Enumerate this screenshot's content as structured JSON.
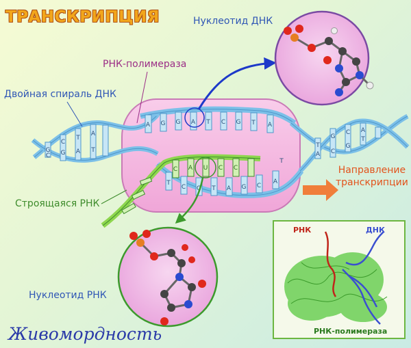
{
  "title": "ТРАНСКРИПЦИЯ",
  "labels": {
    "dna_nucleotide": "Нуклеотид ДНК",
    "rna_polymerase": "РНК-полимераза",
    "double_helix": "Двойная спираль ДНК",
    "growing_rna": "Строящаяся РНК",
    "rna_nucleotide": "Нуклеотид РНК",
    "direction_line1": "Направление",
    "direction_line2": "транскрипции"
  },
  "inset": {
    "rna_label": "РНК",
    "dna_label": "ДНК",
    "polymerase_label": "РНК-полимераза"
  },
  "watermark": "Живомордность",
  "bases": {
    "top_strand": [
      "A",
      "G",
      "G",
      "A",
      "T",
      "C",
      "G",
      "T",
      "A"
    ],
    "rna_strand": [
      "C",
      "A",
      "U",
      "C",
      "C"
    ],
    "bottom_strand": [
      "T",
      "C",
      "C",
      "T",
      "A",
      "G",
      "C",
      "A",
      "T"
    ],
    "left_top": [
      "G",
      "C",
      "T",
      "A"
    ],
    "left_bottom": [
      "C",
      "G",
      "A",
      "T"
    ],
    "right_top": [
      "T",
      "G",
      "C",
      "A"
    ],
    "right_bottom": [
      "A",
      "C",
      "G",
      "T"
    ]
  },
  "colors": {
    "dna_strand": "#7cc0e8",
    "rna_strand": "#8ed64e",
    "polymerase": "#f6b6e0",
    "arrow_blue": "#1d39c9",
    "arrow_green": "#3c9a2c",
    "direction_arrow": "#f07e3a"
  }
}
